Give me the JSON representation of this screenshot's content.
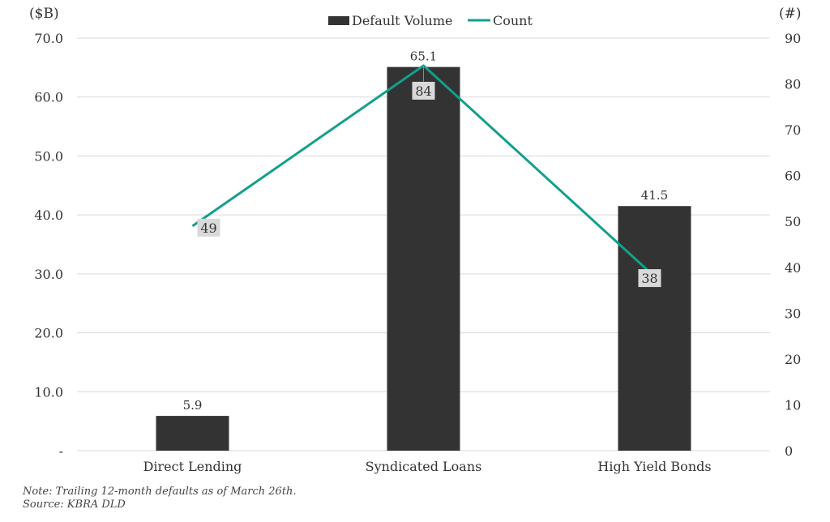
{
  "colors": {
    "bar": "#333333",
    "line": "#12a08c",
    "grid": "#d9d9d9",
    "text": "#333333",
    "label_box": "#d9d9d9"
  },
  "footer": {
    "note": "Note: Trailing 12-month defaults as of March 26th.",
    "source": "Source: KBRA DLD"
  },
  "chart_data": {
    "type": "bar",
    "categories": [
      "Direct Lending",
      "Syndicated Loans",
      "High Yield Bonds"
    ],
    "series": [
      {
        "name": "Default Volume",
        "type": "bar",
        "axis": "left",
        "values": [
          5.9,
          65.1,
          41.5
        ],
        "labels": [
          "5.9",
          "65.1",
          "41.5"
        ]
      },
      {
        "name": "Count",
        "type": "line",
        "axis": "right",
        "values": [
          49,
          84,
          38
        ],
        "labels": [
          "49",
          "84",
          "38"
        ]
      }
    ],
    "y_left": {
      "label": "($B)",
      "range": [
        0,
        70
      ],
      "ticks": [
        0,
        10,
        20,
        30,
        40,
        50,
        60,
        70
      ],
      "tick_labels": [
        "-",
        "10.0",
        "20.0",
        "30.0",
        "40.0",
        "50.0",
        "60.0",
        "70.0"
      ]
    },
    "y_right": {
      "label": "(#)",
      "range": [
        0,
        90
      ],
      "ticks": [
        0,
        10,
        20,
        30,
        40,
        50,
        60,
        70,
        80,
        90
      ],
      "tick_labels": [
        "0",
        "10",
        "20",
        "30",
        "40",
        "50",
        "60",
        "70",
        "80",
        "90"
      ]
    },
    "grid": true,
    "legend_position": "top-center"
  }
}
